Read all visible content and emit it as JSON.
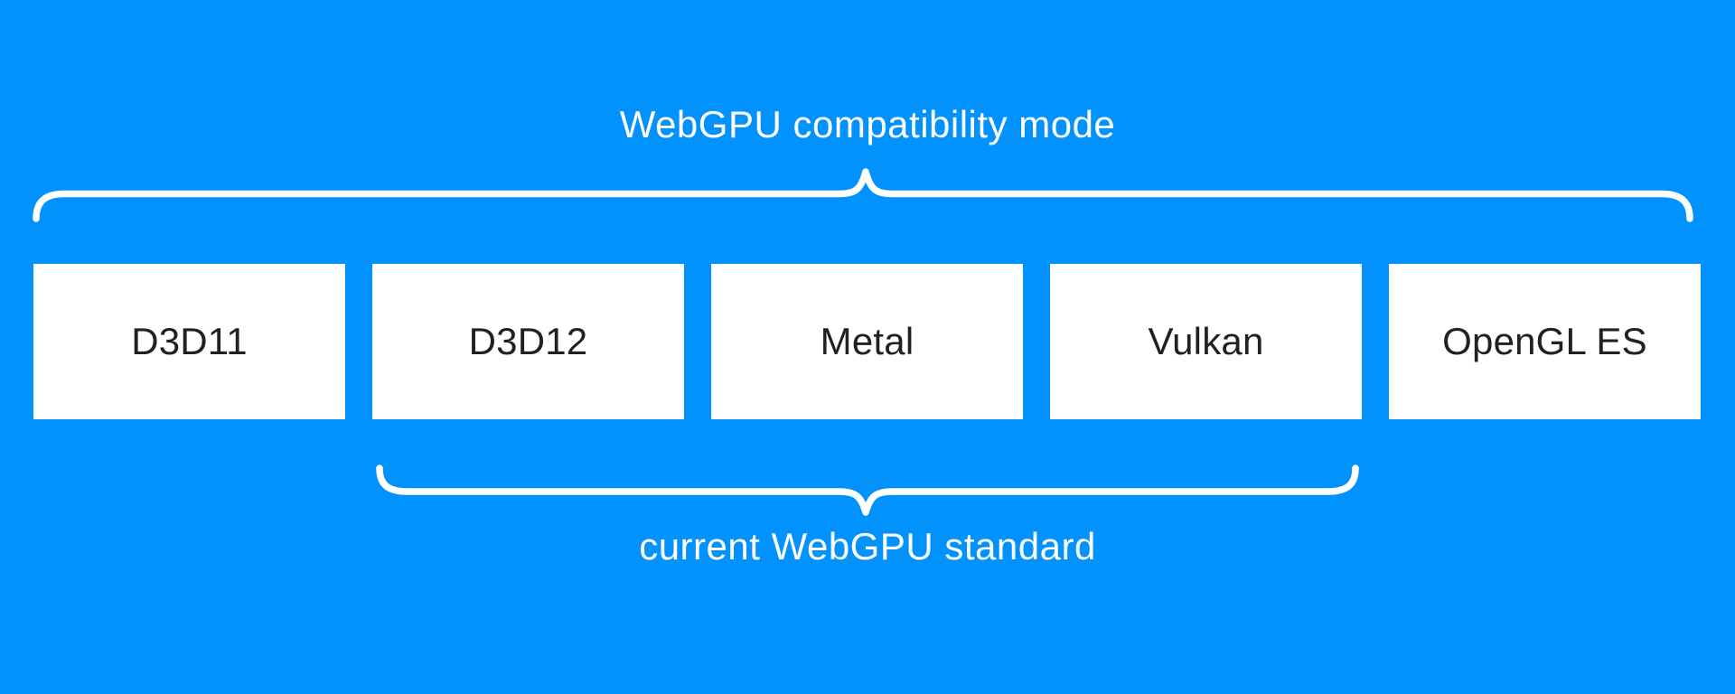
{
  "title": "WebGPU compatibility mode",
  "backends": [
    "D3D11",
    "D3D12",
    "Metal",
    "Vulkan",
    "OpenGL ES"
  ],
  "bottom_label": "current WebGPU standard",
  "colors": {
    "background": "#0292fd",
    "box_background": "#ffffff",
    "box_text": "#202124",
    "label_text": "#ffffff"
  }
}
